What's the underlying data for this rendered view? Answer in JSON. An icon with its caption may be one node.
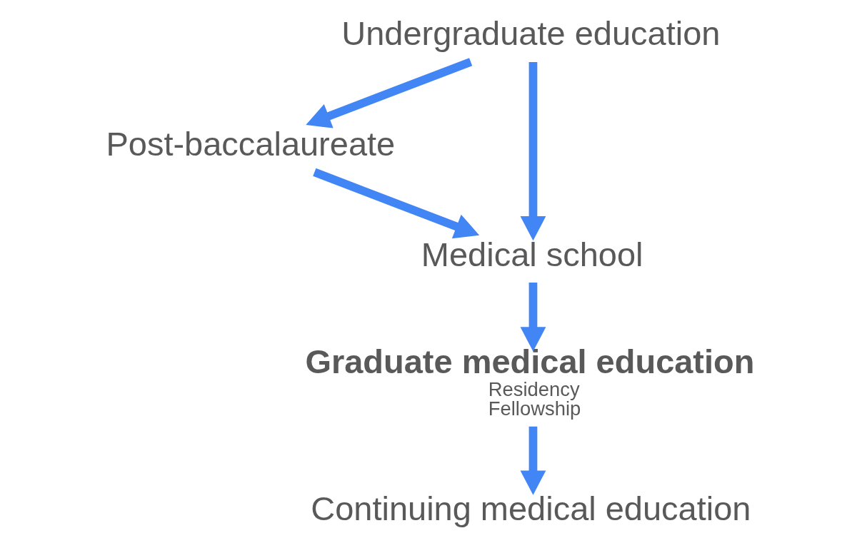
{
  "diagram": {
    "nodes": [
      {
        "text": [
          "Undergraduate education"
        ]
      },
      {
        "text": [
          "Post-baccalaureate"
        ]
      },
      {
        "text": [
          "Medical school"
        ]
      },
      {
        "text": [
          "Graduate medical education",
          "Residency",
          "Fellowship"
        ]
      },
      {
        "text": [
          "Continuing medical education"
        ]
      }
    ],
    "edges": [
      {
        "from": 0,
        "to": 2,
        "arrow": "to"
      },
      {
        "from": 0,
        "to": 1,
        "arrow": "to"
      },
      {
        "from": 1,
        "to": 2,
        "arrow": "to"
      },
      {
        "from": 2,
        "to": 3,
        "arrow": "to"
      },
      {
        "from": 3,
        "to": 4,
        "arrow": "to"
      }
    ]
  }
}
